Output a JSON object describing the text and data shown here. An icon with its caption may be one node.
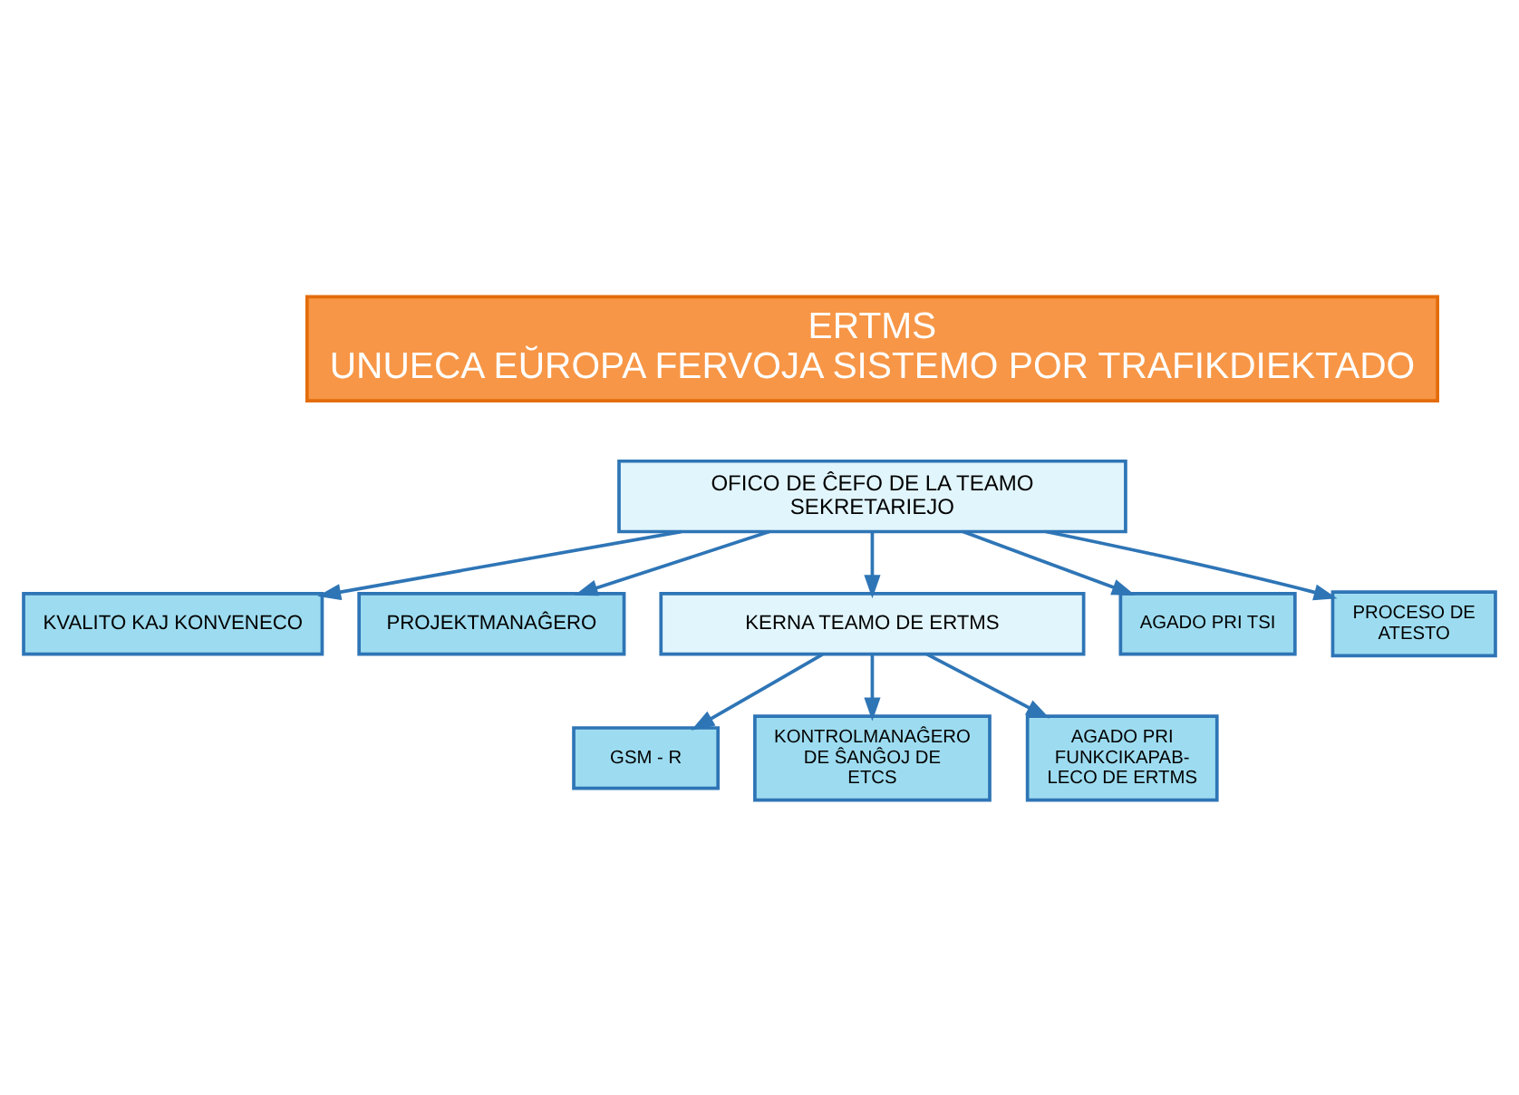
{
  "diagram": {
    "nodes": [
      {
        "text": [
          "ERTMS",
          "UNUECA EŬROPA FERVOJA SISTEMO POR TRAFIKDIEKTADO"
        ]
      },
      {
        "text": [
          "OFICO DE ĈEFO DE LA TEAMO",
          "SEKRETARIEJO"
        ]
      },
      {
        "text": [
          "KVALITO KAJ KONVENECO"
        ]
      },
      {
        "text": [
          "PROJEKTMANAĜERO"
        ]
      },
      {
        "text": [
          "KERNA TEAMO DE ERTMS"
        ]
      },
      {
        "text": [
          "AGADO PRI TSI"
        ]
      },
      {
        "text": [
          "GSM - R"
        ]
      },
      {
        "text": [
          "KONTROLMANAĜERO DE ŜANĜOJ DE ETCS"
        ]
      },
      {
        "text": [
          "AGADO PRI FUNKCIKAPAB- LECO DE ERTMS"
        ]
      },
      {
        "text": [
          "PROCESO DE ATESTO"
        ]
      }
    ],
    "edges": [
      {
        "from": 1,
        "to": 2,
        "arrow": "to"
      },
      {
        "from": 1,
        "to": 3,
        "arrow": "to"
      },
      {
        "from": 1,
        "to": 4,
        "arrow": "to"
      },
      {
        "from": 1,
        "to": 5,
        "arrow": "to"
      },
      {
        "from": 1,
        "to": 9,
        "arrow": "to"
      },
      {
        "from": 4,
        "to": 6,
        "arrow": "to"
      },
      {
        "from": 4,
        "to": 7,
        "arrow": "to"
      },
      {
        "from": 4,
        "to": 8,
        "arrow": "to"
      }
    ]
  }
}
